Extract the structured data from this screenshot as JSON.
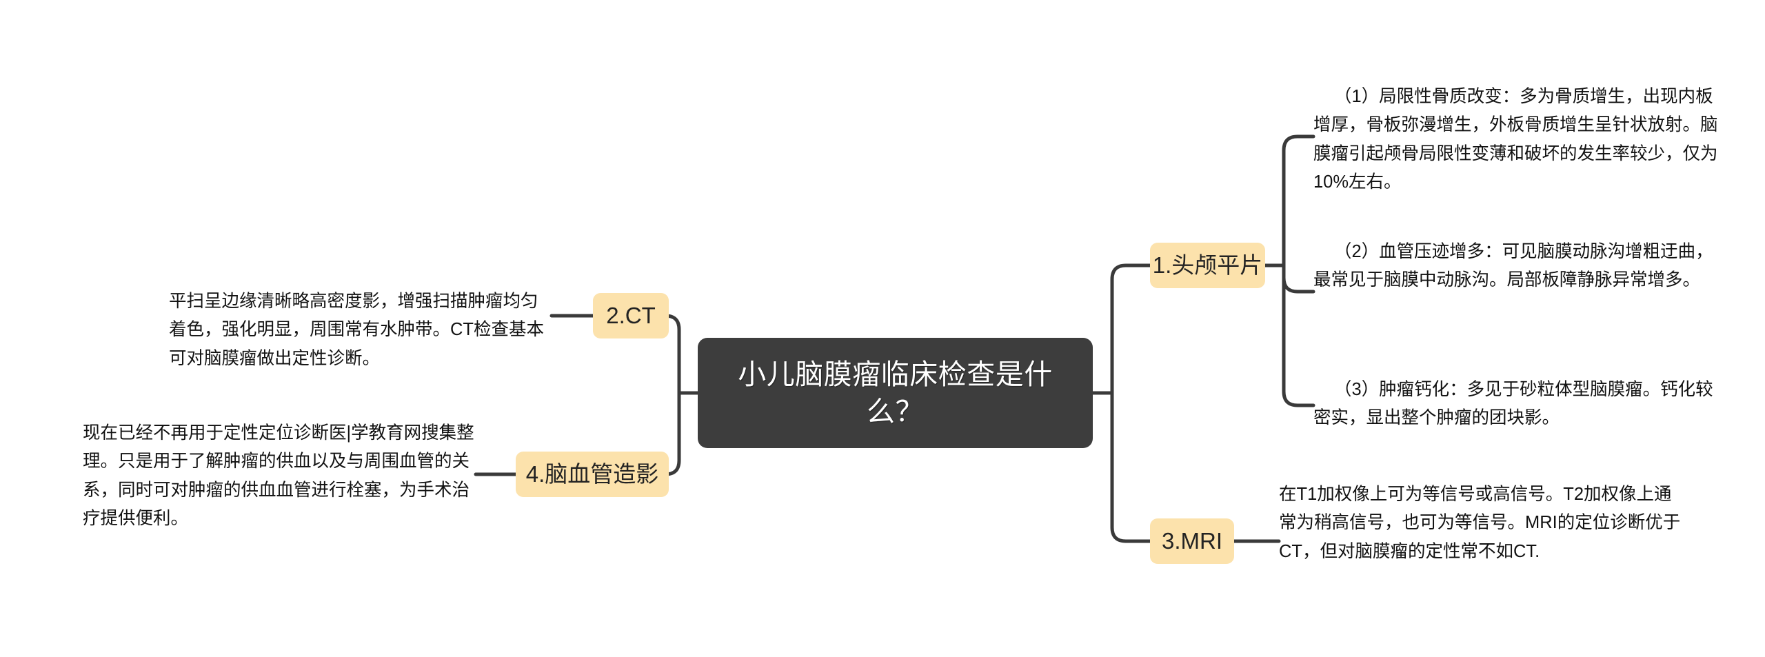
{
  "diagram": {
    "type": "mind-map",
    "orientation": "horizontal-two-sided",
    "colors": {
      "root_fill": "#3d3d3d",
      "root_text": "#ffffff",
      "topic_fill": "#fce2ac",
      "topic_text": "#232323",
      "connector": "#3a3a3a",
      "leaf_text": "#121212",
      "background": "#ffffff"
    }
  },
  "root": {
    "label": "小儿脑膜瘤临床检查是什么？"
  },
  "branches": {
    "right": [
      {
        "topic": "1.头颅平片",
        "leaves": [
          "（1）局限性骨质改变：多为骨质增生，出现内板增厚，骨板弥漫增生，外板骨质增生呈针状放射。脑膜瘤引起颅骨局限性变薄和破坏的发生率较少，仅为10%左右。",
          "（2）血管压迹增多：可见脑膜动脉沟增粗迂曲，最常见于脑膜中动脉沟。局部板障静脉异常增多。",
          "（3）肿瘤钙化：多见于砂粒体型脑膜瘤。钙化较密实，显出整个肿瘤的团块影。"
        ]
      },
      {
        "topic": "3.MRI",
        "leaves": [
          "在T1加权像上可为等信号或高信号。T2加权像上通常为稍高信号，也可为等信号。MRI的定位诊断优于CT，但对脑膜瘤的定性常不如CT."
        ]
      }
    ],
    "left": [
      {
        "topic": "2.CT",
        "leaves": [
          "平扫呈边缘清晰略高密度影，增强扫描肿瘤均匀着色，强化明显，周围常有水肿带。CT检查基本可对脑膜瘤做出定性诊断。"
        ]
      },
      {
        "topic": "4.脑血管造影",
        "leaves": [
          "现在已经不再用于定性定位诊断医|学教育网搜集整理。只是用于了解肿瘤的供血以及与周围血管的关系，同时可对肿瘤的供血血管进行栓塞，为手术治疗提供便利。"
        ]
      }
    ]
  }
}
